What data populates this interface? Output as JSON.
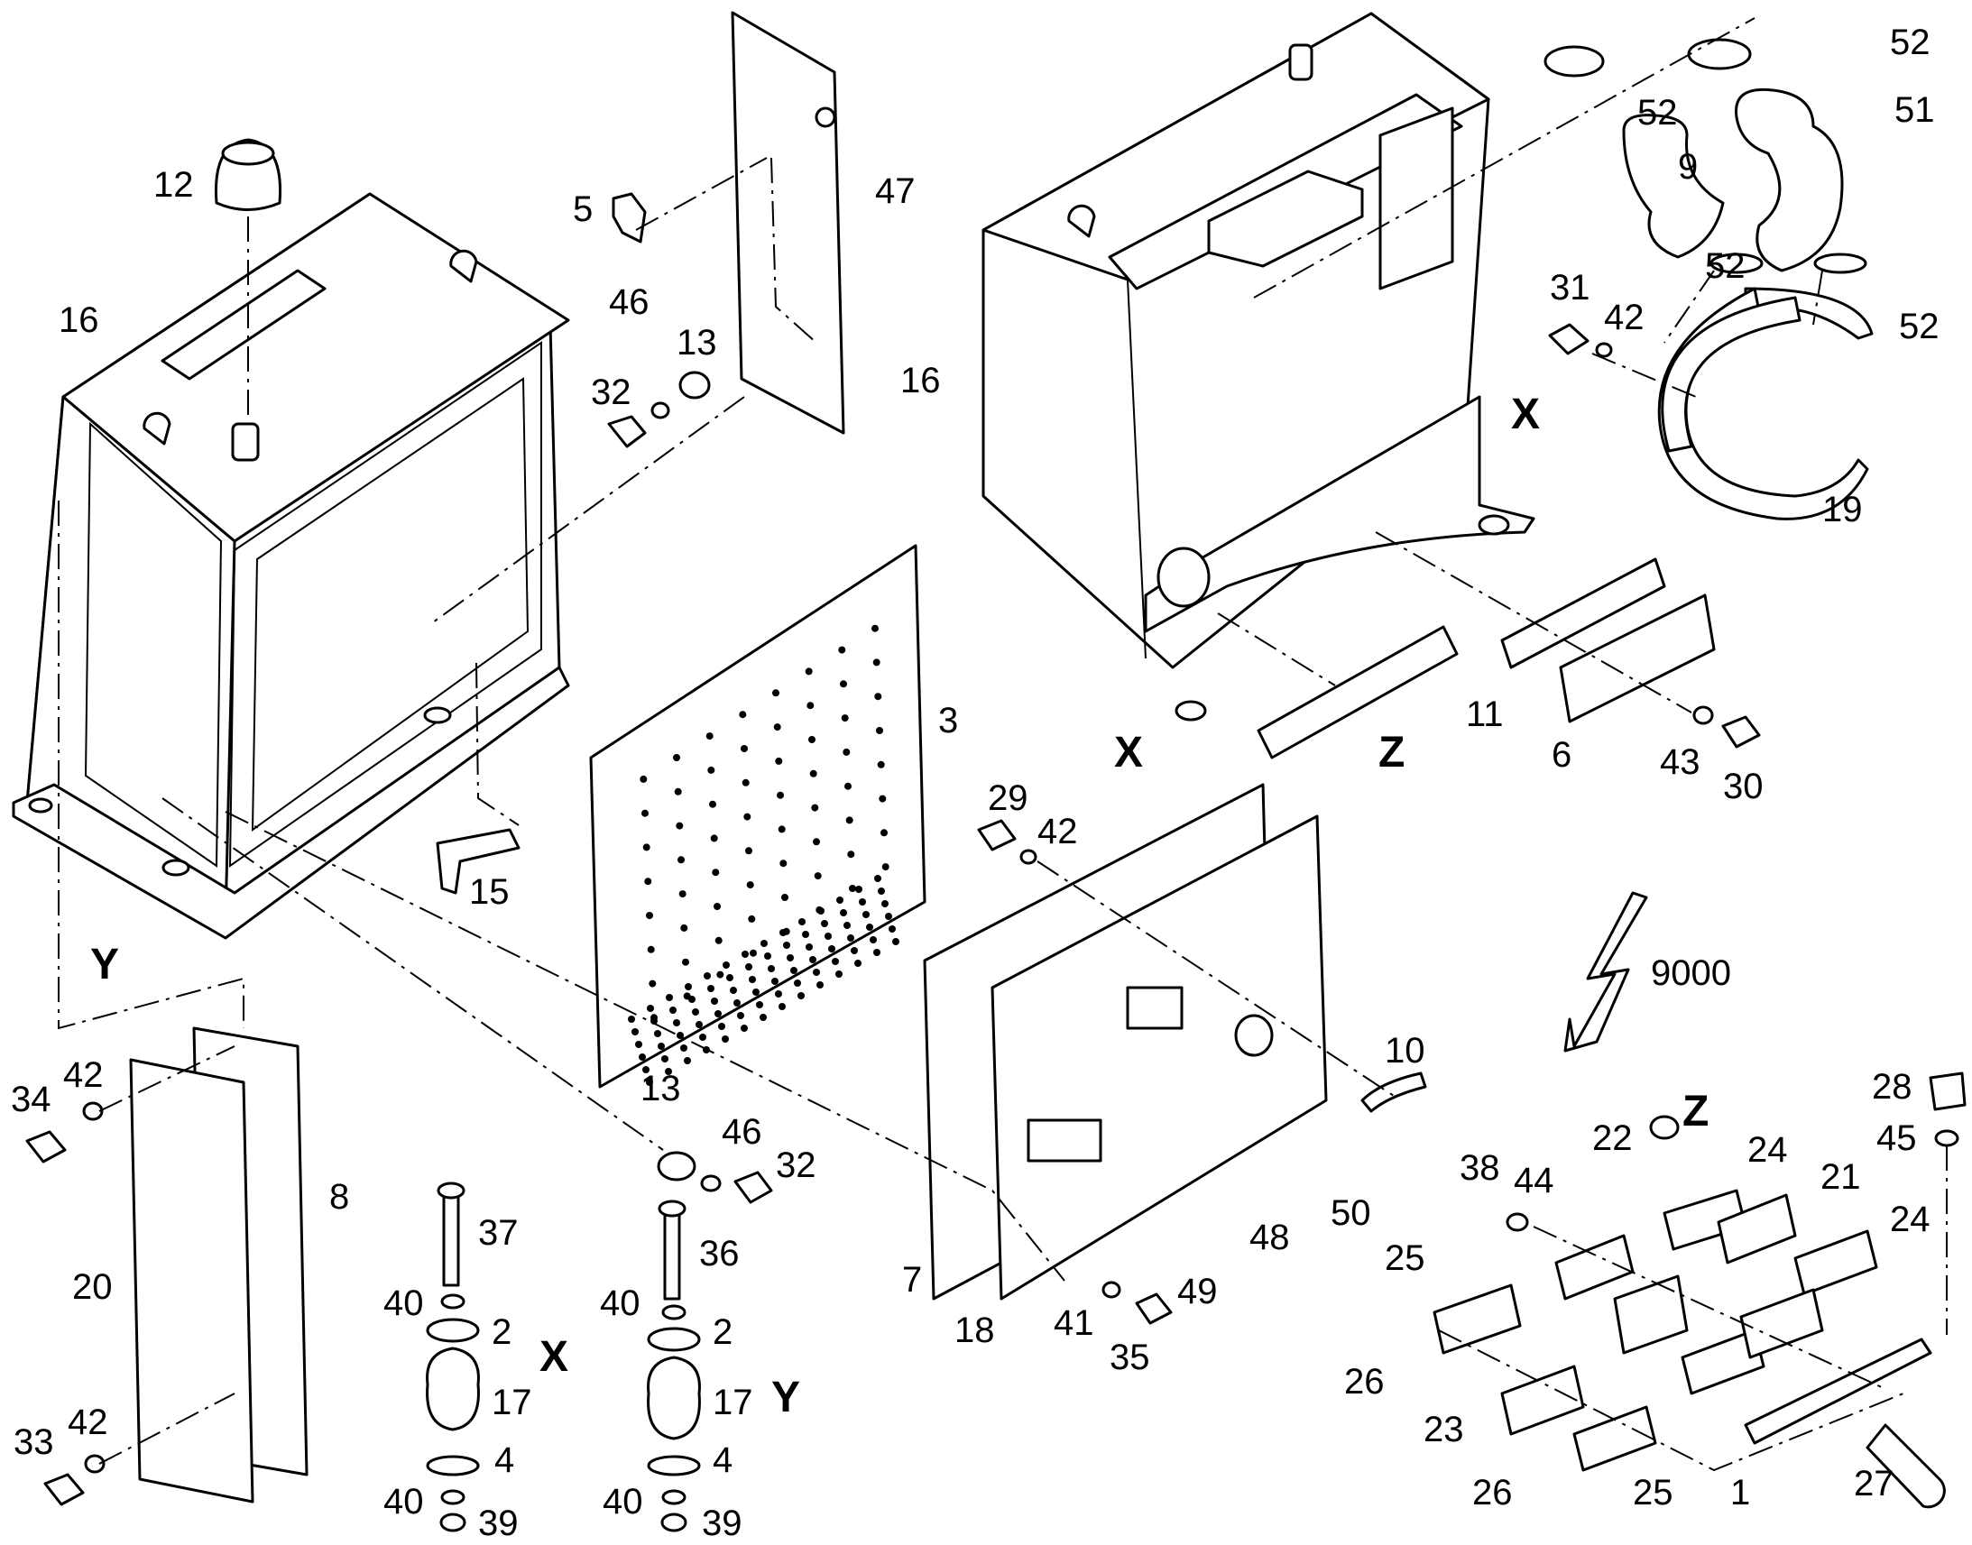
{
  "callouts": [
    {
      "id": "c12",
      "text": "12"
    },
    {
      "id": "c16a",
      "text": "16"
    },
    {
      "id": "c5",
      "text": "5"
    },
    {
      "id": "c47",
      "text": "47"
    },
    {
      "id": "c46a",
      "text": "46"
    },
    {
      "id": "c13a",
      "text": "13"
    },
    {
      "id": "c32a",
      "text": "32"
    },
    {
      "id": "c15",
      "text": "15"
    },
    {
      "id": "c16b",
      "text": "16"
    },
    {
      "id": "c52a",
      "text": "52"
    },
    {
      "id": "c52b",
      "text": "52"
    },
    {
      "id": "c51",
      "text": "51"
    },
    {
      "id": "c9",
      "text": "9"
    },
    {
      "id": "c52c",
      "text": "52"
    },
    {
      "id": "c52d",
      "text": "52"
    },
    {
      "id": "c31",
      "text": "31"
    },
    {
      "id": "c42a",
      "text": "42"
    },
    {
      "id": "c19",
      "text": "19"
    },
    {
      "id": "c3",
      "text": "3"
    },
    {
      "id": "c11",
      "text": "11"
    },
    {
      "id": "c6",
      "text": "6"
    },
    {
      "id": "c43",
      "text": "43"
    },
    {
      "id": "c30",
      "text": "30"
    },
    {
      "id": "c29",
      "text": "29"
    },
    {
      "id": "c42b",
      "text": "42"
    },
    {
      "id": "c9000",
      "text": "9000"
    },
    {
      "id": "c10",
      "text": "10"
    },
    {
      "id": "c34",
      "text": "34"
    },
    {
      "id": "c42c",
      "text": "42"
    },
    {
      "id": "c8",
      "text": "8"
    },
    {
      "id": "c20",
      "text": "20"
    },
    {
      "id": "c33",
      "text": "33"
    },
    {
      "id": "c42d",
      "text": "42"
    },
    {
      "id": "c13b",
      "text": "13"
    },
    {
      "id": "c46b",
      "text": "46"
    },
    {
      "id": "c32b",
      "text": "32"
    },
    {
      "id": "c37",
      "text": "37"
    },
    {
      "id": "c40a",
      "text": "40"
    },
    {
      "id": "c2a",
      "text": "2"
    },
    {
      "id": "c17a",
      "text": "17"
    },
    {
      "id": "c4a",
      "text": "4"
    },
    {
      "id": "c40b",
      "text": "40"
    },
    {
      "id": "c39a",
      "text": "39"
    },
    {
      "id": "c36",
      "text": "36"
    },
    {
      "id": "c40c",
      "text": "40"
    },
    {
      "id": "c2b",
      "text": "2"
    },
    {
      "id": "c17b",
      "text": "17"
    },
    {
      "id": "c4b",
      "text": "4"
    },
    {
      "id": "c40d",
      "text": "40"
    },
    {
      "id": "c39b",
      "text": "39"
    },
    {
      "id": "c7",
      "text": "7"
    },
    {
      "id": "c18",
      "text": "18"
    },
    {
      "id": "c41",
      "text": "41"
    },
    {
      "id": "c35",
      "text": "35"
    },
    {
      "id": "c49",
      "text": "49"
    },
    {
      "id": "c48",
      "text": "48"
    },
    {
      "id": "c50",
      "text": "50"
    },
    {
      "id": "c28",
      "text": "28"
    },
    {
      "id": "c45",
      "text": "45"
    },
    {
      "id": "c38",
      "text": "38"
    },
    {
      "id": "c44",
      "text": "44"
    },
    {
      "id": "c22",
      "text": "22"
    },
    {
      "id": "c24a",
      "text": "24"
    },
    {
      "id": "c21",
      "text": "21"
    },
    {
      "id": "c24b",
      "text": "24"
    },
    {
      "id": "c25a",
      "text": "25"
    },
    {
      "id": "c26a",
      "text": "26"
    },
    {
      "id": "c23",
      "text": "23"
    },
    {
      "id": "c26b",
      "text": "26"
    },
    {
      "id": "c25b",
      "text": "25"
    },
    {
      "id": "c1",
      "text": "1"
    },
    {
      "id": "c27",
      "text": "27"
    }
  ],
  "section_marks": {
    "x_top": "X",
    "x_bottom": "X",
    "z_main": "Z",
    "y_main": "Y",
    "x_mount": "X",
    "y_mount": "Y",
    "z_detail": "Z"
  }
}
